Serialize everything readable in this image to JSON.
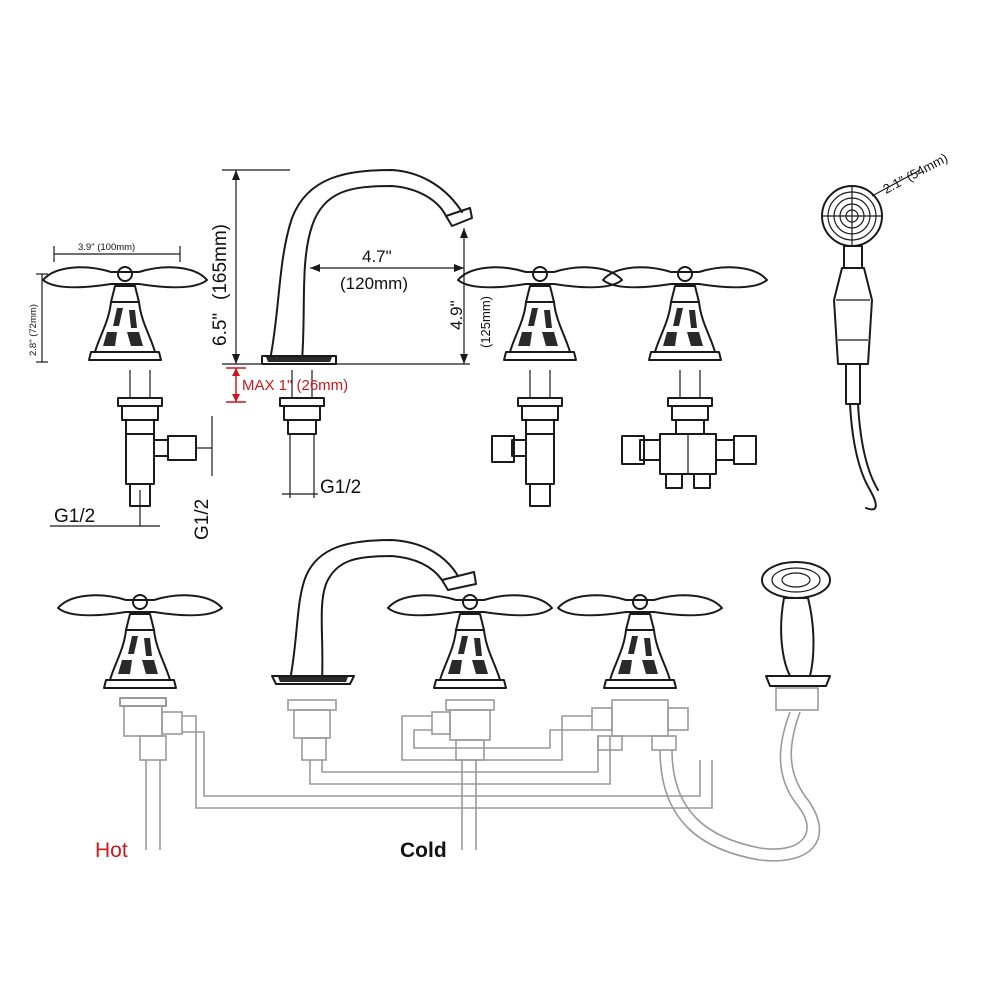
{
  "dimensions": {
    "handle_width": "3.9\" (100mm)",
    "handle_height": "2.8\" (72mm)",
    "spout_height_in": "6.5\"",
    "spout_height_mm": "(165mm)",
    "spout_reach_in": "4.7\"",
    "spout_reach_mm": "(120mm)",
    "spout_clearance_in": "4.9\"",
    "spout_clearance_mm": "(125mm)",
    "max_deck": "MAX 1\" (26mm)",
    "thread_spout": "G1/2",
    "thread_valve_horizontal": "G1/2",
    "thread_valve_vertical": "G1/2",
    "shower_head": "2.1\" (54mm)"
  },
  "labels": {
    "hot": "Hot",
    "cold": "Cold"
  },
  "colors": {
    "ink": "#1a1a1a",
    "highlight": "#c8191e",
    "pipe": "#9a9a9a"
  }
}
